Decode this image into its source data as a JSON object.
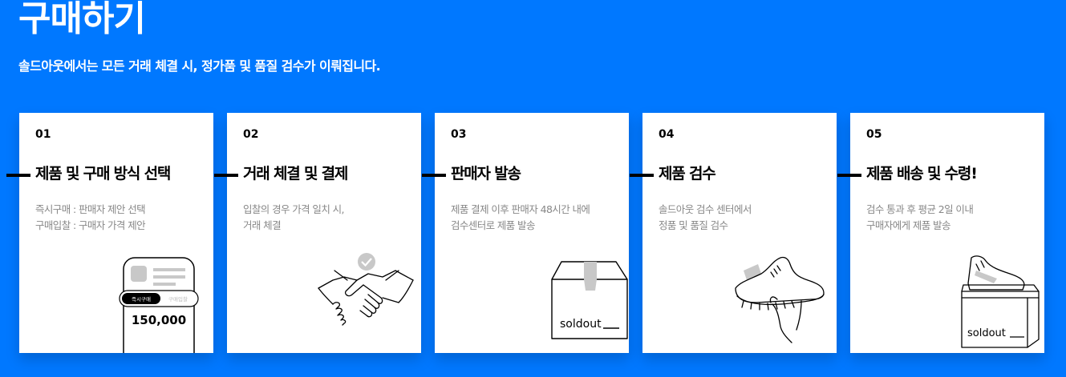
{
  "header": {
    "title": "구매하기",
    "subtitle": "솔드아웃에서는 모든 거래 체결 시, 정가품 및 품질 검수가 이뤄집니다."
  },
  "steps": [
    {
      "num": "01",
      "title": "제품 및 구매 방식 선택",
      "desc": [
        "즉시구매 : 판매자 제안 선택",
        "구매입찰 : 구매자 가격 제안"
      ],
      "illus": {
        "tab_active": "즉시구매",
        "tab_inactive": "구매입찰",
        "price": "150,000"
      }
    },
    {
      "num": "02",
      "title": "거래 체결 및 결제",
      "desc": [
        "입찰의 경우 가격 일치 시,",
        "거래 체결"
      ]
    },
    {
      "num": "03",
      "title": "판매자 발송",
      "desc": [
        "제품 결제 이후 판매자 48시간 내에",
        "검수센터로 제품 발송"
      ],
      "illus": {
        "brand": "soldout"
      }
    },
    {
      "num": "04",
      "title": "제품 검수",
      "desc": [
        "솔드아웃 검수 센터에서",
        "정품 및 품질 검수"
      ]
    },
    {
      "num": "05",
      "title": "제품 배송 및 수령!",
      "desc": [
        "검수 통과 후 평균 2일 이내",
        "구매자에게 제품 발송"
      ],
      "illus": {
        "brand": "soldout"
      }
    }
  ],
  "colors": {
    "background": "#0078ff",
    "card": "#ffffff",
    "muted": "#888888",
    "icon_gray": "#c8c8c8"
  }
}
